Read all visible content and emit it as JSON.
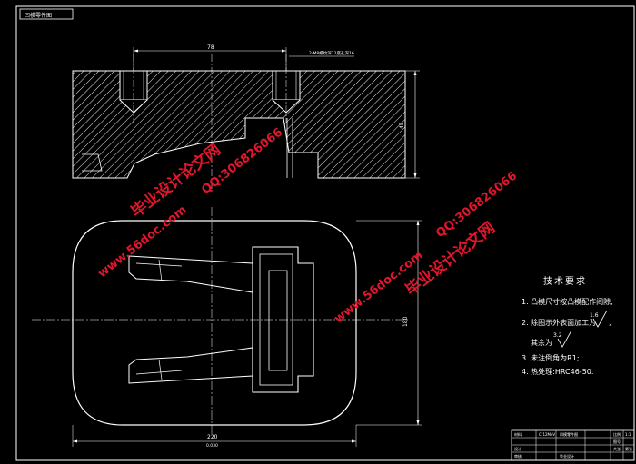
{
  "drawing": {
    "corner_tag": "凹模零件图",
    "dim_top": "78",
    "dim_top_note": "2-M8螺纹深12底孔深16",
    "dim_right_upper": "45",
    "dim_right_lower": "180",
    "dim_bottom": "220",
    "dim_bottom_sub": "0.030"
  },
  "technical_requirements": {
    "title": "技术要求",
    "items": [
      "1. 凸模尺寸按凸模配作间隙;",
      "2. 除图示外表面加工为",
      "其余为",
      "3. 未注倒角为R1;",
      "4. 热处理:HRC46-50."
    ],
    "roughness_1": "1.6",
    "roughness_2": "3.2",
    "trailing_comma": ","
  },
  "title_block": {
    "cells": [
      "材料",
      "Cr12MoV",
      "凹模零件图",
      "比例",
      "1:1",
      "设计",
      "审核",
      "毕业设计",
      "图号",
      "共张",
      "第张"
    ]
  },
  "watermarks": {
    "site": "www.56doc.com",
    "brand": "毕业设计论文网",
    "qq": "QQ:306826066"
  },
  "colors": {
    "line": "#ffffff",
    "watermark": "#e0162b",
    "background": "#000000"
  }
}
